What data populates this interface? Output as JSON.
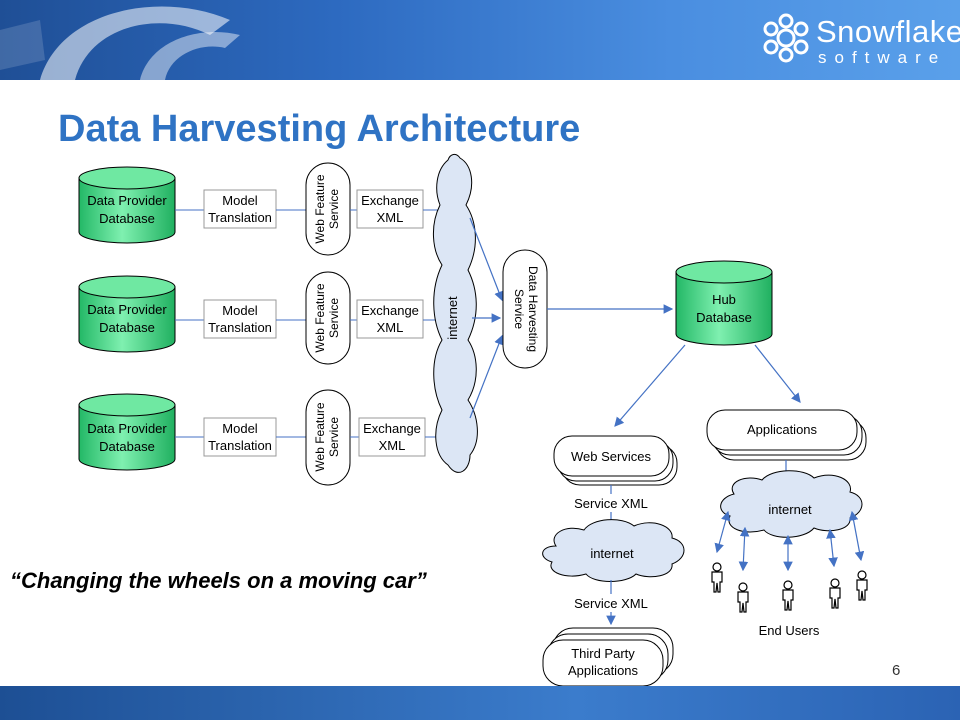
{
  "slide": {
    "title": "Data Harvesting Architecture",
    "quote": "“Changing the wheels on a moving car”",
    "page_number": "6"
  },
  "logo": {
    "name": "Snowflake",
    "sub": "software"
  },
  "colors": {
    "accent": "#2f73c4",
    "db_green": "#33cc77",
    "cloud_fill": "#dce6f5",
    "arrow": "#4472c4"
  },
  "diagram": {
    "providers": [
      {
        "db": [
          "Data Provider",
          "Database"
        ],
        "model": [
          "Model",
          "Translation"
        ],
        "wfs": [
          "Web Feature",
          "Service"
        ],
        "xml": [
          "Exchange",
          "XML"
        ]
      },
      {
        "db": [
          "Data Provider",
          "Database"
        ],
        "model": [
          "Model",
          "Translation"
        ],
        "wfs": [
          "Web Feature",
          "Service"
        ],
        "xml": [
          "Exchange",
          "XML"
        ]
      },
      {
        "db": [
          "Data Provider",
          "Database"
        ],
        "model": [
          "Model",
          "Translation"
        ],
        "wfs": [
          "Web Feature",
          "Service"
        ],
        "xml": [
          "Exchange",
          "XML"
        ]
      }
    ],
    "internet_vertical": "internet",
    "harvest": [
      "Data Harvesting",
      "Service"
    ],
    "hub": [
      "Hub",
      "Database"
    ],
    "web_services": "Web Services",
    "service_xml_top": "Service XML",
    "internet_middle": "internet",
    "service_xml_bottom": "Service XML",
    "third_party": [
      "Third Party",
      "Applications"
    ],
    "applications": "Applications",
    "internet_right": "internet",
    "end_users": "End Users"
  }
}
